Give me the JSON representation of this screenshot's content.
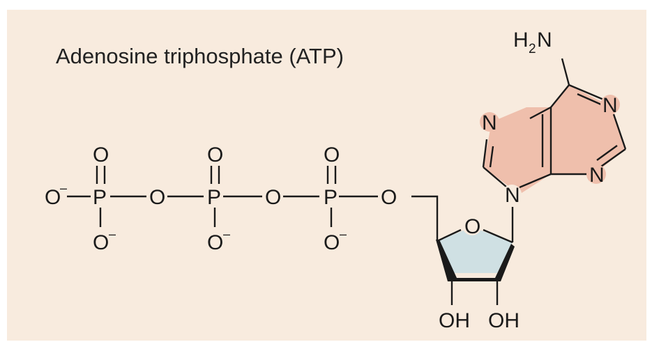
{
  "title": "Adenosine triphosphate (ATP)",
  "colors": {
    "background": "#f8ebde",
    "adenine_fill": "#efbfac",
    "ribose_fill": "#cfe0e3",
    "ink": "#1a1a1a"
  },
  "atoms": {
    "O": "O",
    "P": "P",
    "N": "N",
    "OH": "OH",
    "H": "H",
    "two": "2",
    "minus": "–"
  }
}
